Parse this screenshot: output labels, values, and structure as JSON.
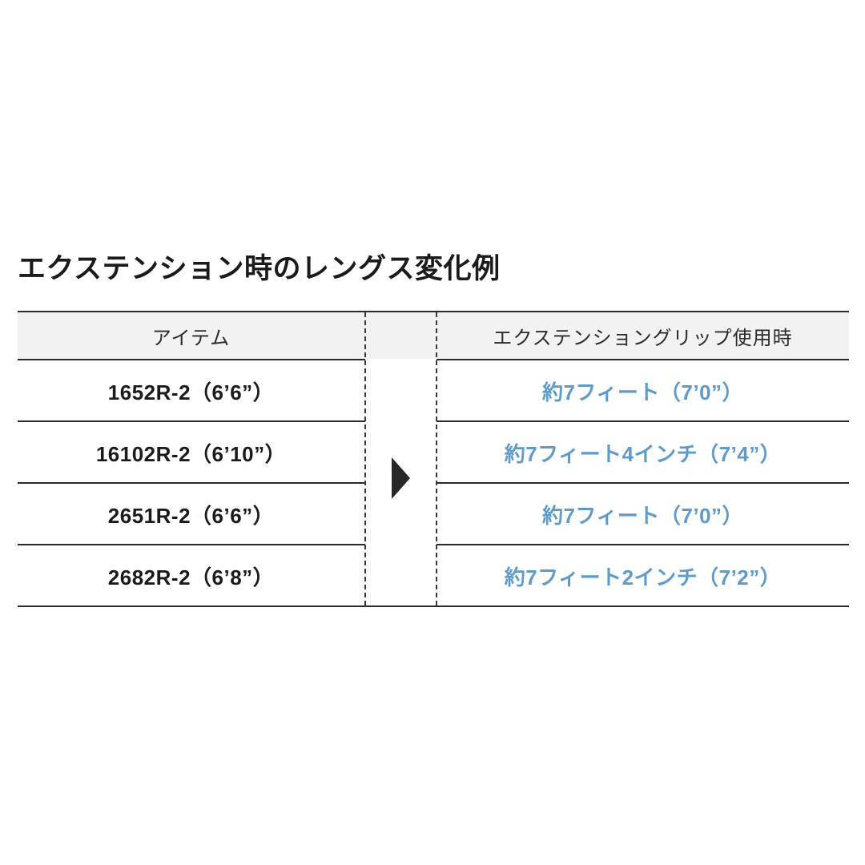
{
  "page": {
    "background_color": "#ffffff",
    "title": "エクステンション時のレングス変化例"
  },
  "colors": {
    "title_text": "#1b1b1b",
    "header_background": "#f2f2f2",
    "header_text": "#2b2b2b",
    "rule": "#2a2a2a",
    "item_text": "#1b1b1b",
    "result_text": "#5f9bc8",
    "arrow": "#272727",
    "dashed_guide": "#3a3a3a"
  },
  "table": {
    "headers": {
      "item": "アイテム",
      "result": "エクステンショングリップ使用時"
    },
    "rows": [
      {
        "item": "1652R-2（6’6”）",
        "result": "約7フィート（7’0”）"
      },
      {
        "item": "16102R-2（6’10”）",
        "result": "約7フィート4インチ（7’4”）"
      },
      {
        "item": "2651R-2（6’6”）",
        "result": "約7フィート（7’0”）"
      },
      {
        "item": "2682R-2（6’8”）",
        "result": "約7フィート2インチ（7’2”）"
      }
    ],
    "arrow_glyph": "▶"
  }
}
